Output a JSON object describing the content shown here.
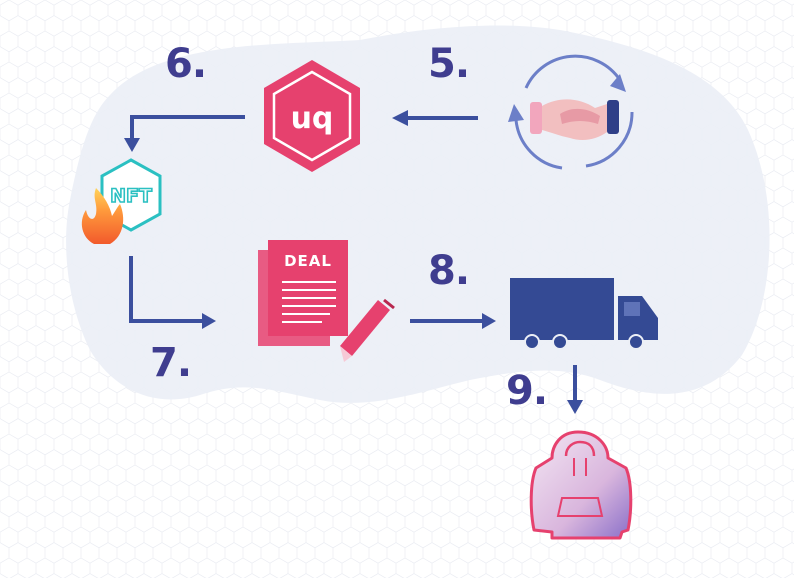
{
  "steps": {
    "five": "5.",
    "six": "6.",
    "seven": "7.",
    "eight": "8.",
    "nine": "9."
  },
  "labels": {
    "deal": "DEAL",
    "nft": "NFT",
    "logo": "uq"
  },
  "icons": {
    "handshake": "handshake-icon",
    "logo": "uq-hexagon-logo",
    "nft": "nft-burn-icon",
    "document": "deal-document-icon",
    "truck": "delivery-truck-icon",
    "hoodie": "hoodie-icon"
  },
  "colors": {
    "number": "#3f3d8f",
    "arrow": "#3b4f9e",
    "blob": "#eceff6",
    "accent_pink": "#e6416e",
    "truck": "#344a94",
    "nft_teal": "#2bc0c2"
  }
}
